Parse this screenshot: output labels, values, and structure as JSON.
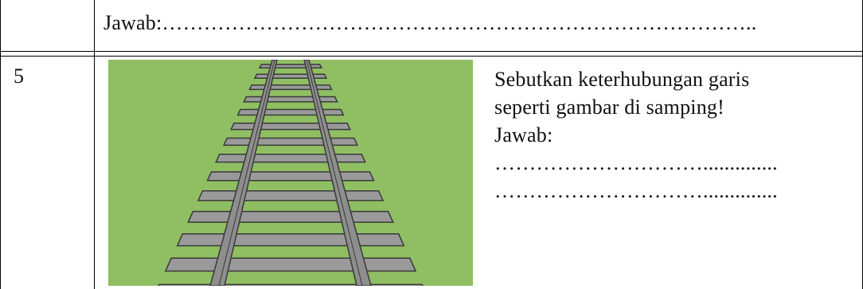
{
  "prev_row": {
    "answer_line": "Jawab:………………………………………………………………………….."
  },
  "question": {
    "number": "5",
    "prompt_line1": "Sebutkan keterhubungan garis",
    "prompt_line2": "seperti gambar di samping!",
    "answer_label": "Jawab:",
    "blank_line1": "…………………………..............",
    "blank_line2": "…………………………..............",
    "image": {
      "subject": "railway-track",
      "background_color": "#8fbe63",
      "sleeper_color": "#9a9a9a",
      "rail_color": "#8e8e8e",
      "outline_color": "#3a3a3a"
    }
  }
}
